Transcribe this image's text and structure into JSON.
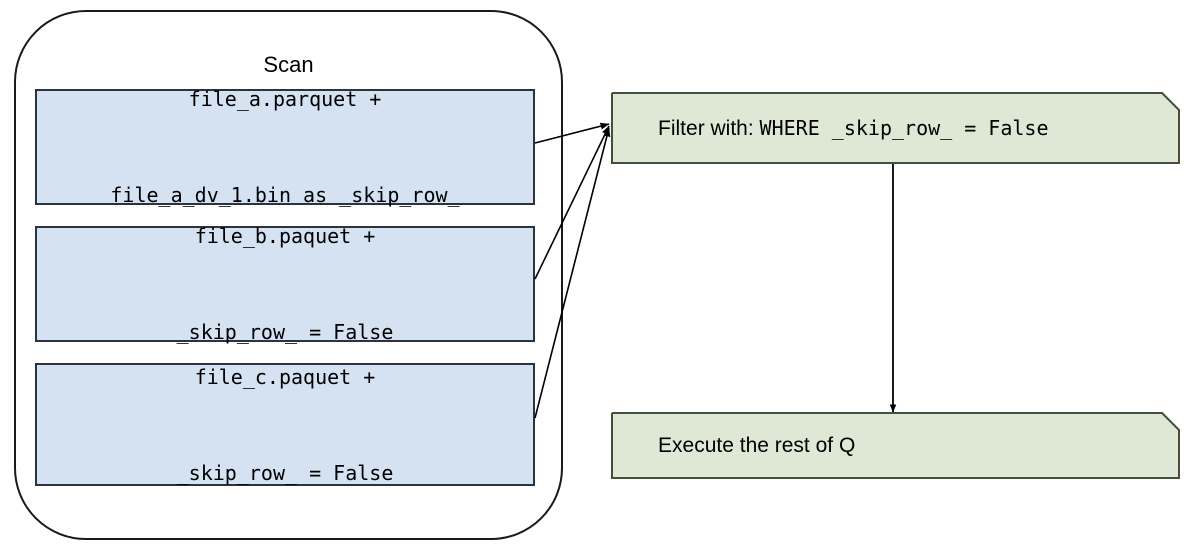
{
  "diagram": {
    "title_visible": false,
    "colors": {
      "file_box_fill": "#d4e2f2",
      "file_box_stroke": "#2c3340",
      "process_box_fill": "#dee8d4",
      "process_box_stroke": "#44503c",
      "group_stroke": "#1a1a1a",
      "arrow_stroke": "#000000",
      "background": "#ffffff"
    }
  },
  "scan_group": {
    "label": "Scan",
    "files": [
      {
        "id": "file-a",
        "line1": "file_a.parquet +",
        "line2": "file_a_dv_1.bin as _skip_row_"
      },
      {
        "id": "file-b",
        "line1": "file_b.paquet +",
        "line2": "_skip_row_ = False"
      },
      {
        "id": "file-c",
        "line1": "file_c.paquet +",
        "line2": "_skip_row_ = False"
      }
    ]
  },
  "process": {
    "filter": {
      "prefix": "Filter with: ",
      "expression": "WHERE _skip_row_ = False"
    },
    "execute": {
      "label": "Execute the rest of Q"
    }
  },
  "arrows": [
    {
      "id": "arrow-file-a-to-filter",
      "from": "file-a",
      "to": "filter"
    },
    {
      "id": "arrow-file-b-to-filter",
      "from": "file-b",
      "to": "filter"
    },
    {
      "id": "arrow-file-c-to-filter",
      "from": "file-c",
      "to": "filter"
    },
    {
      "id": "arrow-filter-to-execute",
      "from": "filter",
      "to": "execute"
    }
  ]
}
